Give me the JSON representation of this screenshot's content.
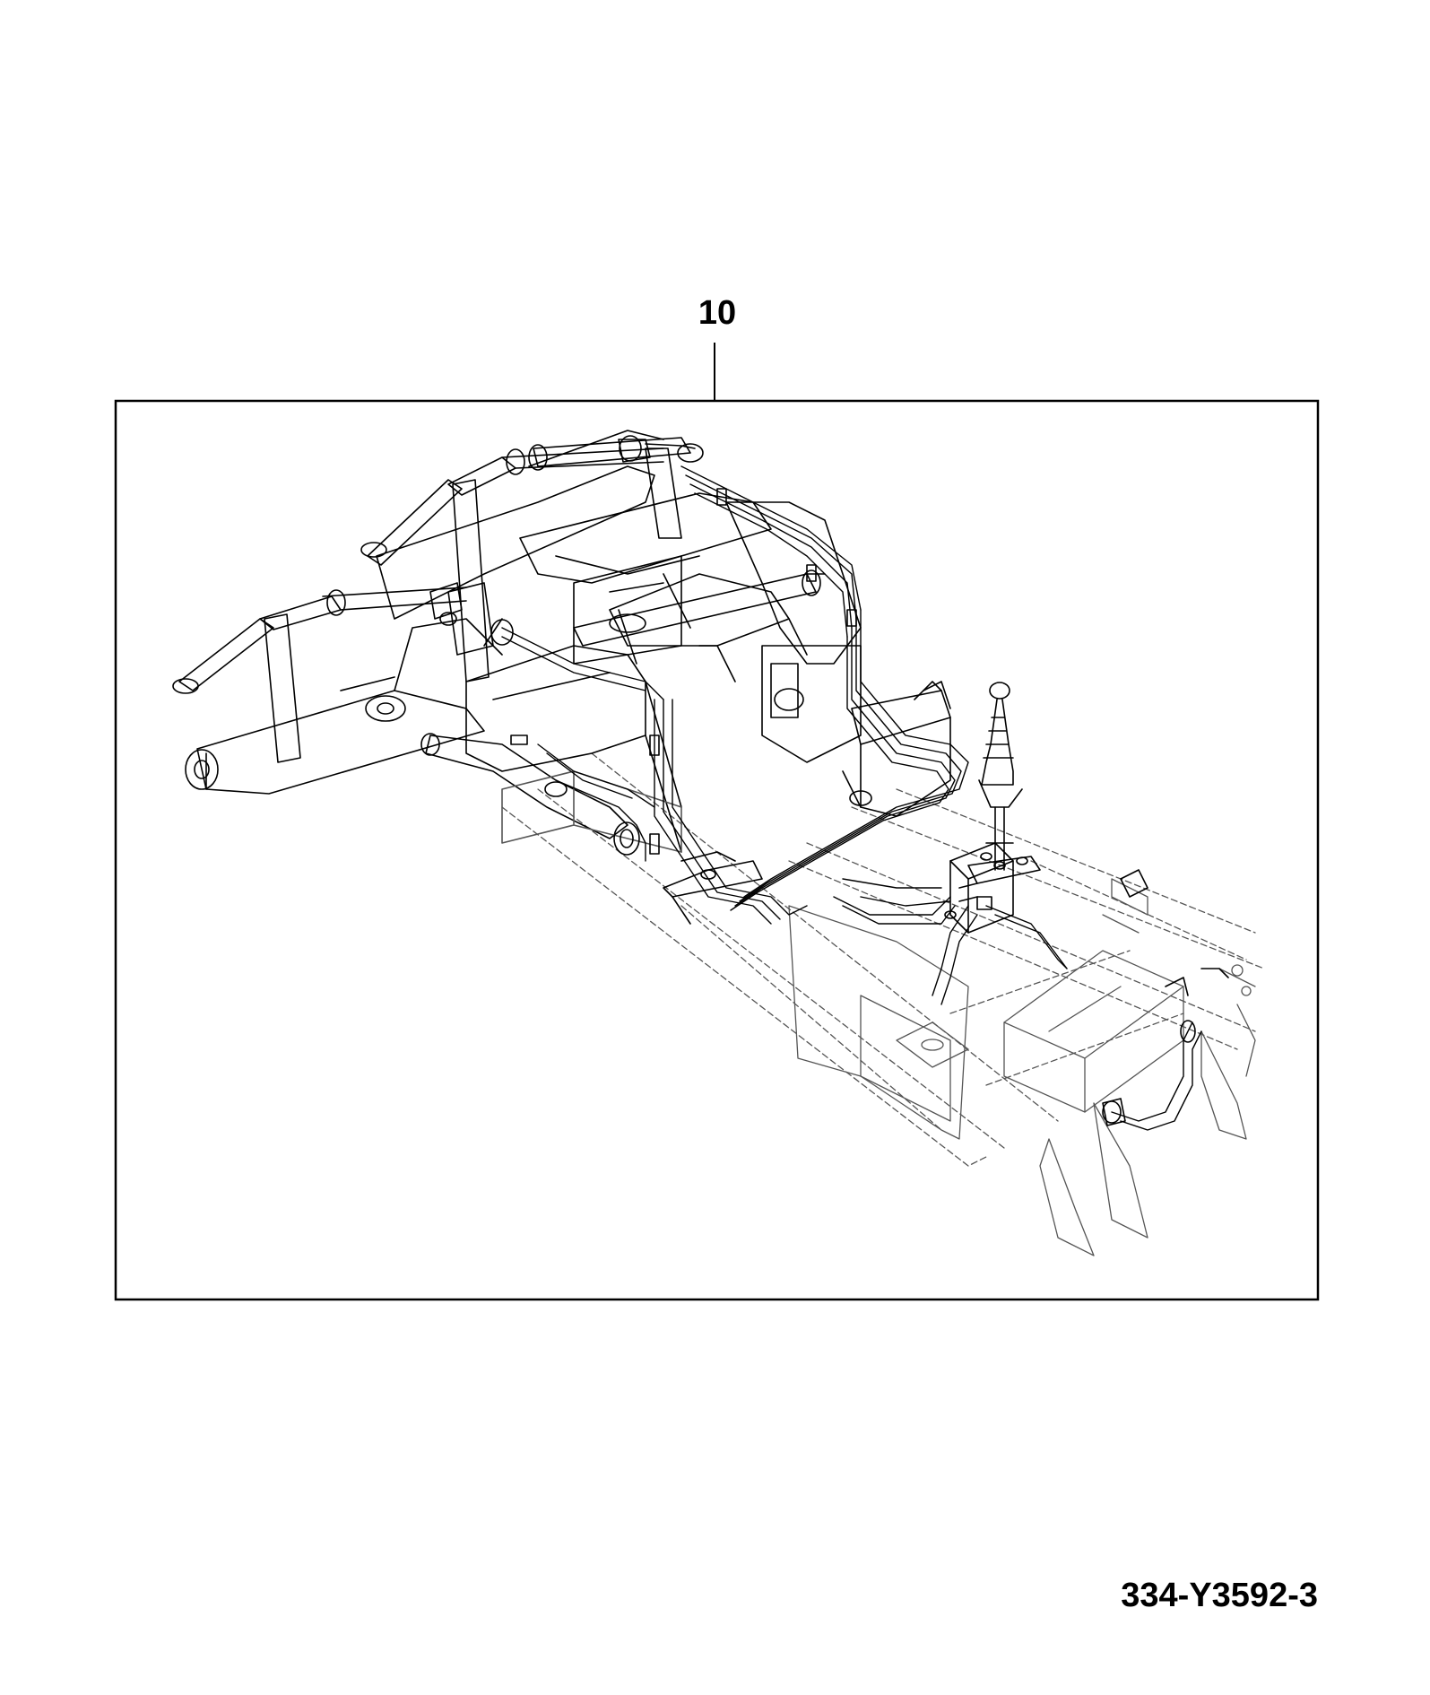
{
  "callout": {
    "number": "10"
  },
  "drawing": {
    "code": "334-Y3592-3",
    "subject": "loader-frame-hydraulic-assembly-illustration"
  },
  "colors": {
    "line": "#000000",
    "background": "#ffffff",
    "hidden_line": "#555555"
  }
}
